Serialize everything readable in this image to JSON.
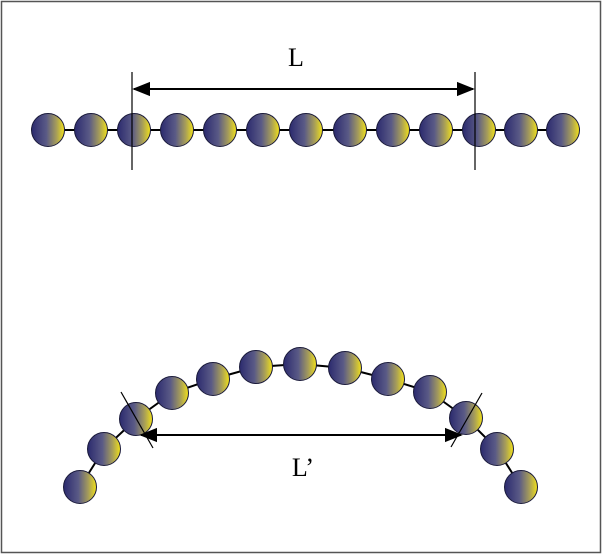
{
  "figure": {
    "top_label": "L",
    "bottom_label": "L’",
    "straight_chain_bead_count": 13,
    "curved_chain_bead_count": 13
  },
  "colors": {
    "frame": "#555555",
    "bond": "#000000",
    "bead_dark": "#2b2a6e",
    "bead_mid": "#7a7a8c",
    "bead_light": "#f2e21a",
    "line": "#000000"
  }
}
